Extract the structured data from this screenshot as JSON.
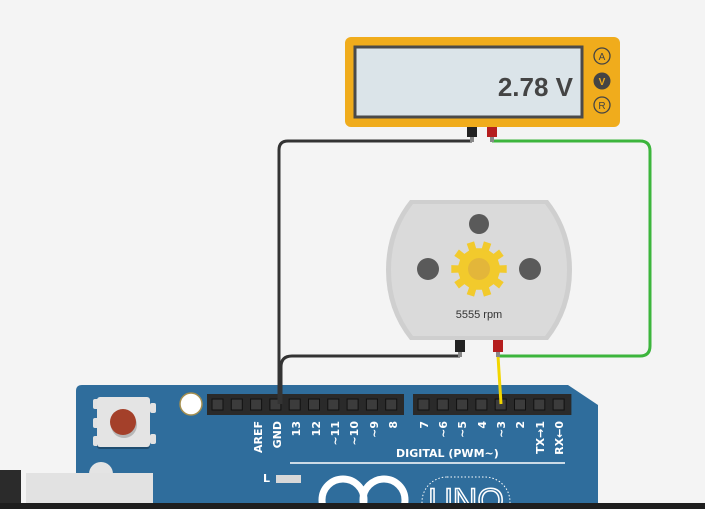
{
  "multimeter": {
    "reading": "2.78 V",
    "modes": [
      "A",
      "V",
      "R"
    ],
    "selected_mode": "V",
    "body_color": "#f0ac1c"
  },
  "motor": {
    "speed": "5555 rpm"
  },
  "arduino": {
    "board_color": "#2f6d9c",
    "left_header_labels": [
      "AREF",
      "GND",
      "13",
      "12",
      "~11",
      "~10",
      "~9",
      "8"
    ],
    "right_header_labels": [
      "7",
      "~6",
      "~5",
      "4",
      "~3",
      "2",
      "TX→1",
      "RX←0"
    ],
    "digital_label": "DIGITAL (PWM~)",
    "led_label": "L",
    "model_label": "UNO"
  },
  "wires": {
    "ground_color": "#333333",
    "positive_color": "#3cb53c",
    "signal_color": "#f2d600"
  }
}
